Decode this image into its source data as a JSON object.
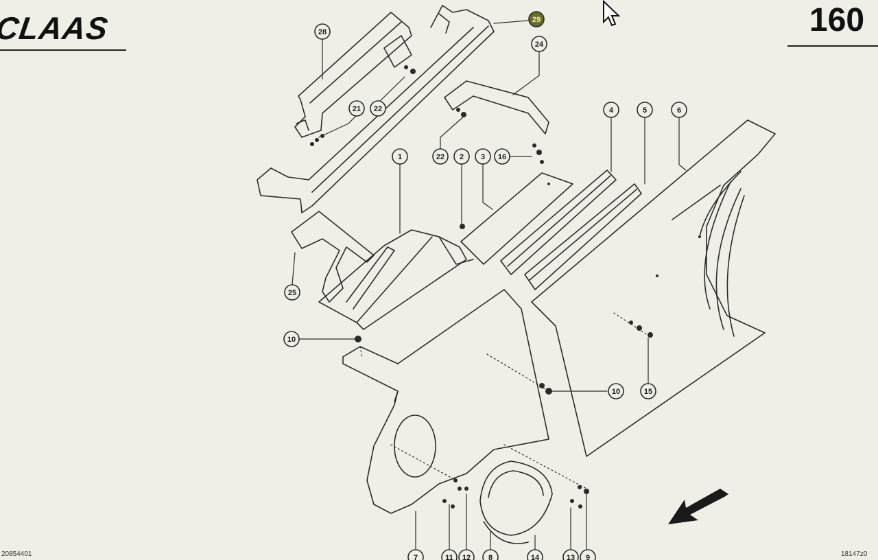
{
  "header": {
    "logo": "CLAAS",
    "page_number": "160"
  },
  "footer": {
    "left": "20854401",
    "right": "18147z0"
  },
  "callouts": [
    "28",
    "29",
    "24",
    "21",
    "22",
    "22",
    "2",
    "3",
    "16",
    "1",
    "4",
    "5",
    "6",
    "25",
    "10",
    "10",
    "15",
    "7",
    "11",
    "12",
    "8",
    "14",
    "13",
    "9"
  ],
  "colors": {
    "line": "#2a2a2a",
    "background": "#efefe8",
    "highlight_callout": "#6b6b2a"
  },
  "icons": {
    "cursor": "mouse-pointer-icon",
    "direction": "arrow-down-left-icon"
  }
}
